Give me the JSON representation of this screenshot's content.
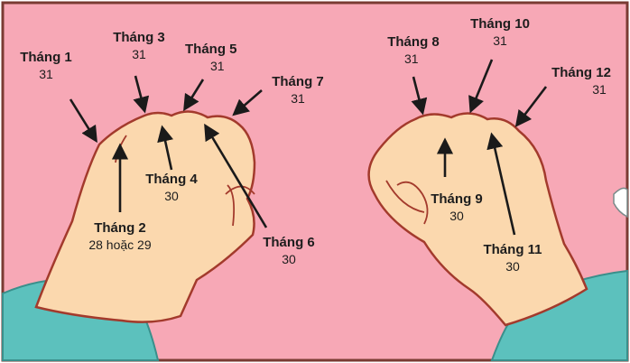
{
  "colors": {
    "background": "#f7a8b6",
    "border": "#7a3b33",
    "skin": "#fbd8ae",
    "skin_outline": "#a33a2c",
    "sleeve": "#5cc1bd",
    "arrow": "#1a1a1a"
  },
  "left_hand": {
    "months": [
      {
        "name": "Tháng 1",
        "days": "31"
      },
      {
        "name": "Tháng 2",
        "days": "28 hoặc 29"
      },
      {
        "name": "Tháng 3",
        "days": "31"
      },
      {
        "name": "Tháng 4",
        "days": "30"
      },
      {
        "name": "Tháng 5",
        "days": "31"
      },
      {
        "name": "Tháng 6",
        "days": "30"
      },
      {
        "name": "Tháng 7",
        "days": "31"
      }
    ]
  },
  "right_hand": {
    "months": [
      {
        "name": "Tháng 8",
        "days": "31"
      },
      {
        "name": "Tháng 9",
        "days": "30"
      },
      {
        "name": "Tháng 10",
        "days": "31"
      },
      {
        "name": "Tháng 11",
        "days": "30"
      },
      {
        "name": "Tháng 12",
        "days": "31"
      }
    ]
  }
}
